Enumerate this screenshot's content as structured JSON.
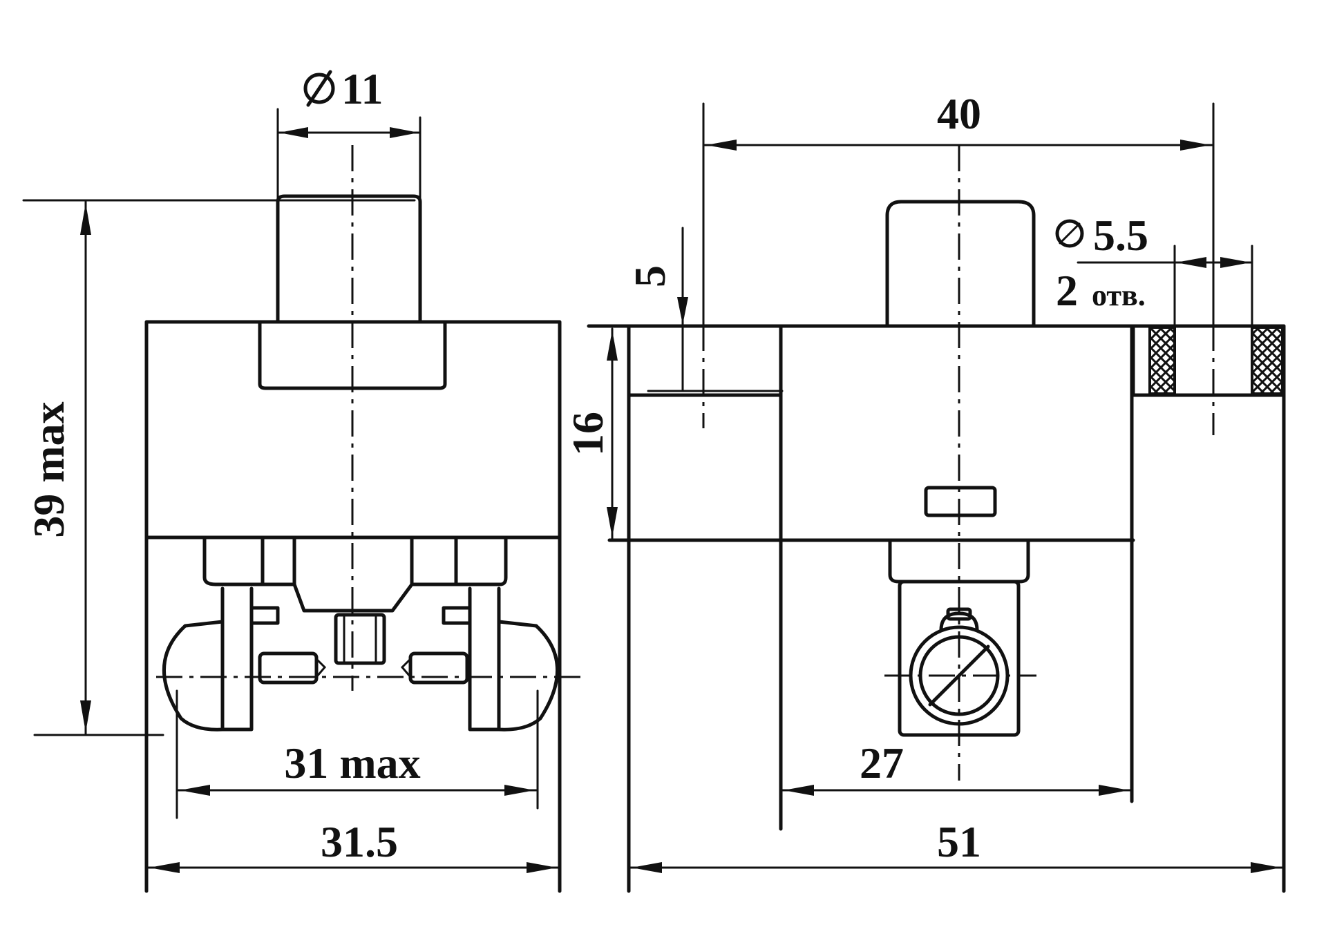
{
  "dimensions": {
    "diameter_top": "11",
    "height_max": "39 max",
    "width_inner_max": "31 max",
    "width_left": "31.5",
    "width_top_right": "40",
    "offset_5": "5",
    "height_16": "16",
    "width_27": "27",
    "width_51": "51",
    "hole_diameter": "5.5",
    "holes_count": "2",
    "holes_abbrev": "отв."
  },
  "symbols": {
    "diameter": "diameter-symbol",
    "hatch": "crosshatch-fill"
  }
}
